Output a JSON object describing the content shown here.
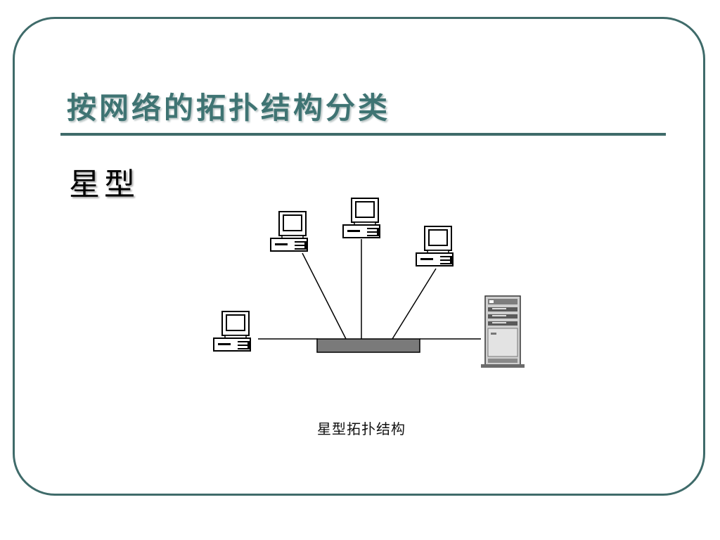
{
  "slide": {
    "title": "按网络的拓扑结构分类",
    "subtitle": "星型"
  },
  "diagram": {
    "caption": "星型拓扑结构",
    "nodes": [
      {
        "id": "pc-left",
        "kind": "workstation-icon"
      },
      {
        "id": "pc-top-left",
        "kind": "workstation-icon"
      },
      {
        "id": "pc-top-center",
        "kind": "workstation-icon"
      },
      {
        "id": "pc-top-right",
        "kind": "workstation-icon"
      },
      {
        "id": "server",
        "kind": "server-tower-icon"
      },
      {
        "id": "hub",
        "kind": "hub-bar"
      }
    ],
    "links": [
      [
        "pc-left",
        "hub"
      ],
      [
        "pc-top-left",
        "hub"
      ],
      [
        "pc-top-center",
        "hub"
      ],
      [
        "pc-top-right",
        "hub"
      ],
      [
        "hub",
        "server"
      ]
    ],
    "colors": {
      "frame": "#3f6b6a",
      "title": "#3f7473",
      "hub_fill": "#7a7a7a"
    }
  }
}
